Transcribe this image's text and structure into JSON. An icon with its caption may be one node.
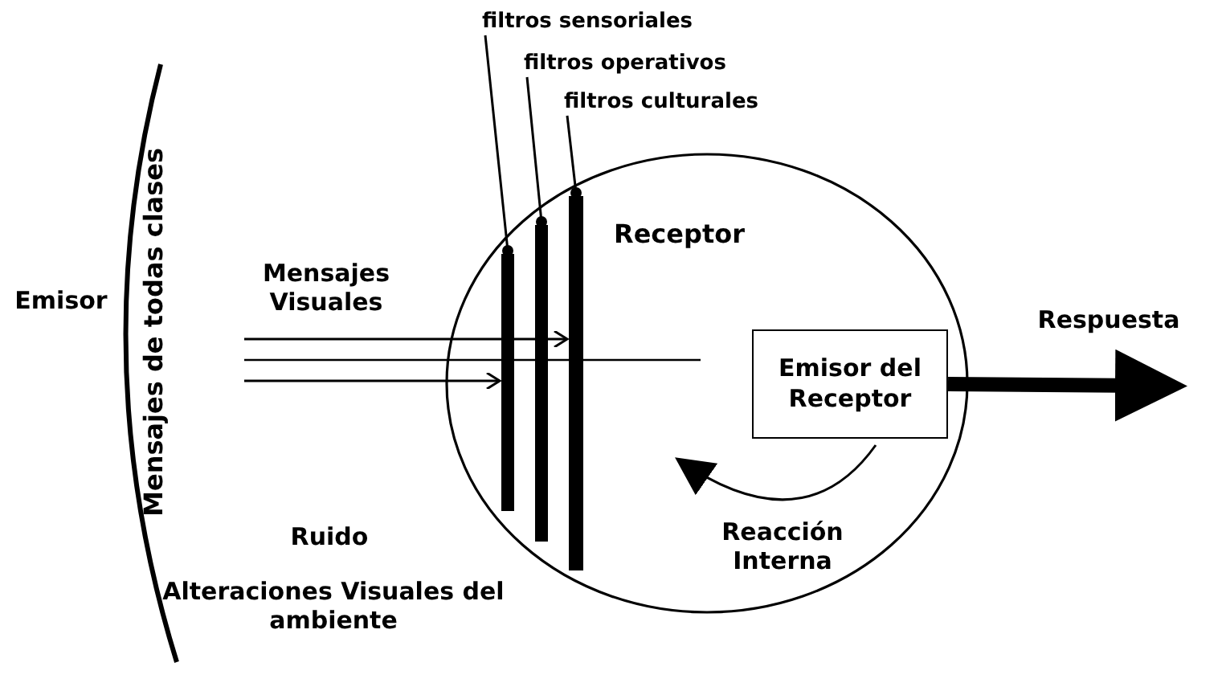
{
  "diagram": {
    "nodes": [
      {
        "text": [
          "Receptor"
        ]
      },
      {
        "text": [
          "Emisor del Receptor"
        ],
        "in": 0
      },
      {
        "text": [],
        "shape": "bar",
        "in": 0
      },
      {
        "text": [],
        "shape": "bar",
        "in": 0
      },
      {
        "text": [],
        "shape": "bar",
        "in": 0
      },
      {
        "text": [
          "filtros sensoriales"
        ]
      },
      {
        "text": [
          "filtros operativos"
        ]
      },
      {
        "text": [
          "filtros culturales"
        ]
      }
    ],
    "edges": [
      {
        "from": 5,
        "to": 2,
        "arrow": "other"
      },
      {
        "from": 6,
        "to": 3,
        "arrow": "other"
      },
      {
        "from": 7,
        "to": 4,
        "arrow": "other"
      },
      {
        "from": null,
        "to": 4,
        "arrow": "to"
      },
      {
        "from": null,
        "to": 2,
        "arrow": "to"
      },
      {
        "from": 1,
        "to": null,
        "arrow": "to",
        "style": "thick",
        "label": "Respuesta"
      },
      {
        "from": 1,
        "to": null,
        "arrow": "to",
        "label": "Reacción Interna"
      }
    ],
    "labels": [
      "Emisor",
      "Mensajes de todas clases",
      "Mensajes Visuales",
      "Ruido",
      "Alteraciones Visuales del ambiente"
    ]
  }
}
